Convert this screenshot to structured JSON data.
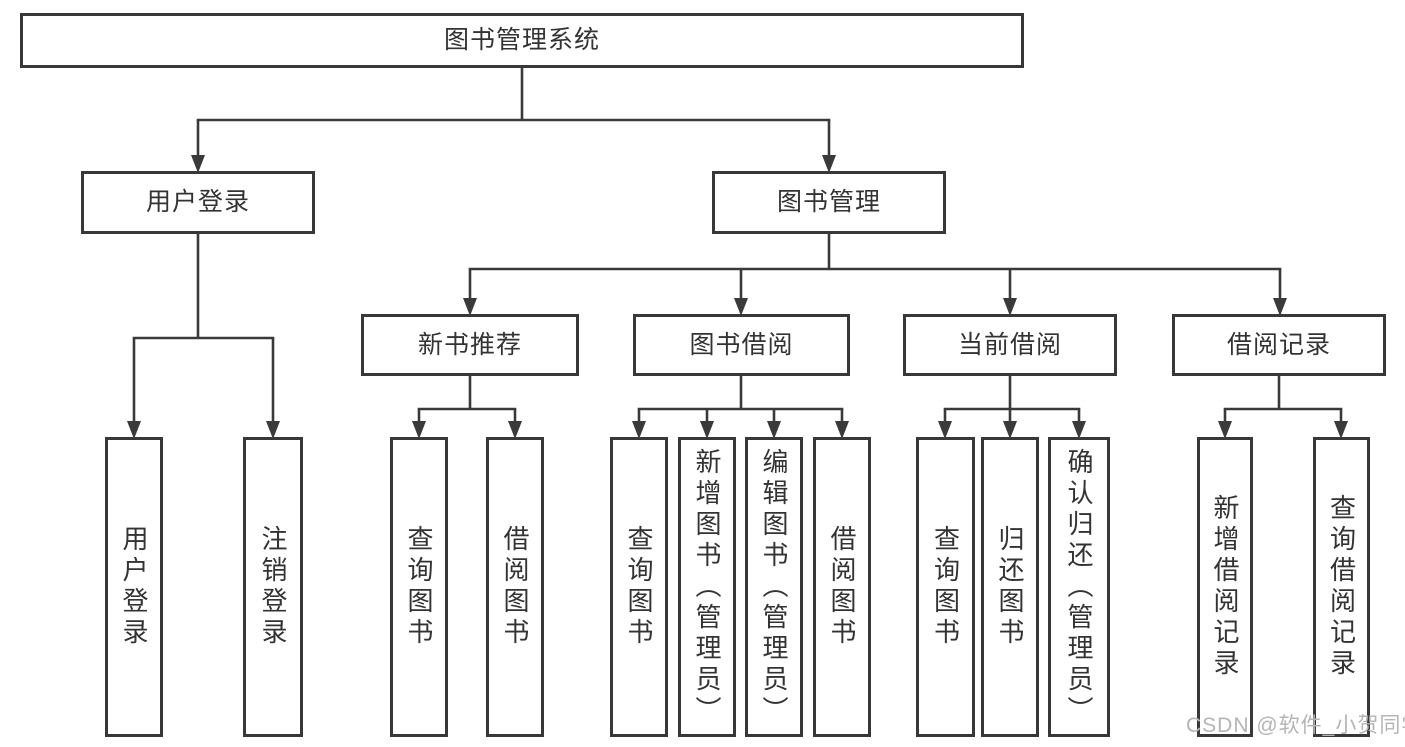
{
  "diagram": {
    "root": {
      "label": "图书管理系统"
    },
    "level2": [
      {
        "label": "用户登录"
      },
      {
        "label": "图书管理"
      }
    ],
    "level3": [
      {
        "label": "新书推荐"
      },
      {
        "label": "图书借阅"
      },
      {
        "label": "当前借阅"
      },
      {
        "label": "借阅记录"
      }
    ],
    "leaves": [
      {
        "label": "用户登录"
      },
      {
        "label": "注销登录"
      },
      {
        "label": "查询图书"
      },
      {
        "label": "借阅图书"
      },
      {
        "label": "查询图书"
      },
      {
        "label": "新增图书（管理员）"
      },
      {
        "label": "编辑图书（管理员）"
      },
      {
        "label": "借阅图书"
      },
      {
        "label": "查询图书"
      },
      {
        "label": "归还图书"
      },
      {
        "label": "确认归还（管理员）"
      },
      {
        "label": "新增借阅记录"
      },
      {
        "label": "查询借阅记录"
      }
    ]
  },
  "watermark": {
    "text": "CSDN @软件_小贺同学"
  },
  "colors": {
    "line": "#3a3a3a",
    "border": "#383838",
    "text": "#333333",
    "background": "#ffffff",
    "watermark": "#b5b5b5"
  }
}
